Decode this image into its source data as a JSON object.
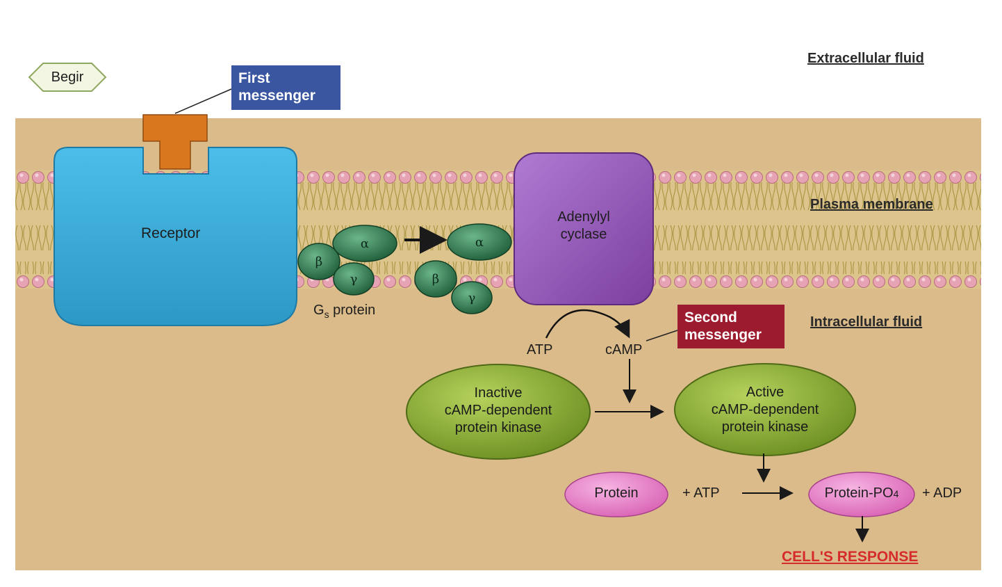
{
  "begin_label": "Begir",
  "first_messenger": [
    "First",
    "messenger"
  ],
  "second_messenger": [
    "Second",
    "messenger"
  ],
  "regions": {
    "extracellular": "Extracellular fluid",
    "membrane": "Plasma membrane",
    "intracellular": "Intracellular fluid"
  },
  "receptor_label": "Receptor",
  "gs_protein": {
    "g": "G",
    "sub": "s",
    "rest": " protein"
  },
  "subunits": {
    "alpha": "α",
    "beta": "β",
    "gamma": "γ"
  },
  "adenylyl_cyclase": [
    "Adenylyl",
    "cyclase"
  ],
  "atp_label": "ATP",
  "camp_label": "cAMP",
  "inactive_kinase": [
    "Inactive",
    "cAMP-dependent",
    "protein kinase"
  ],
  "active_kinase": [
    "Active",
    "cAMP-dependent",
    "protein kinase"
  ],
  "protein_label": "Protein",
  "plus_atp": "+ ATP",
  "protein_po4": {
    "main": "Protein-PO",
    "sub": "4"
  },
  "plus_adp": "+ ADP",
  "cells_response": "CELL'S RESPONSE",
  "colors": {
    "cytoplasm": "#dcbb8a",
    "membrane": "#ddc48c",
    "receptor": "#3aaedb",
    "ligand": "#d9771e",
    "gprotein": "#2f7a50",
    "cyclase": "#9a5cc0",
    "kinase": "#8fb33a",
    "protein": "#e77fc8",
    "first_box": "#3a56a0",
    "second_box": "#9d1b2e",
    "response": "#d62b2b"
  }
}
